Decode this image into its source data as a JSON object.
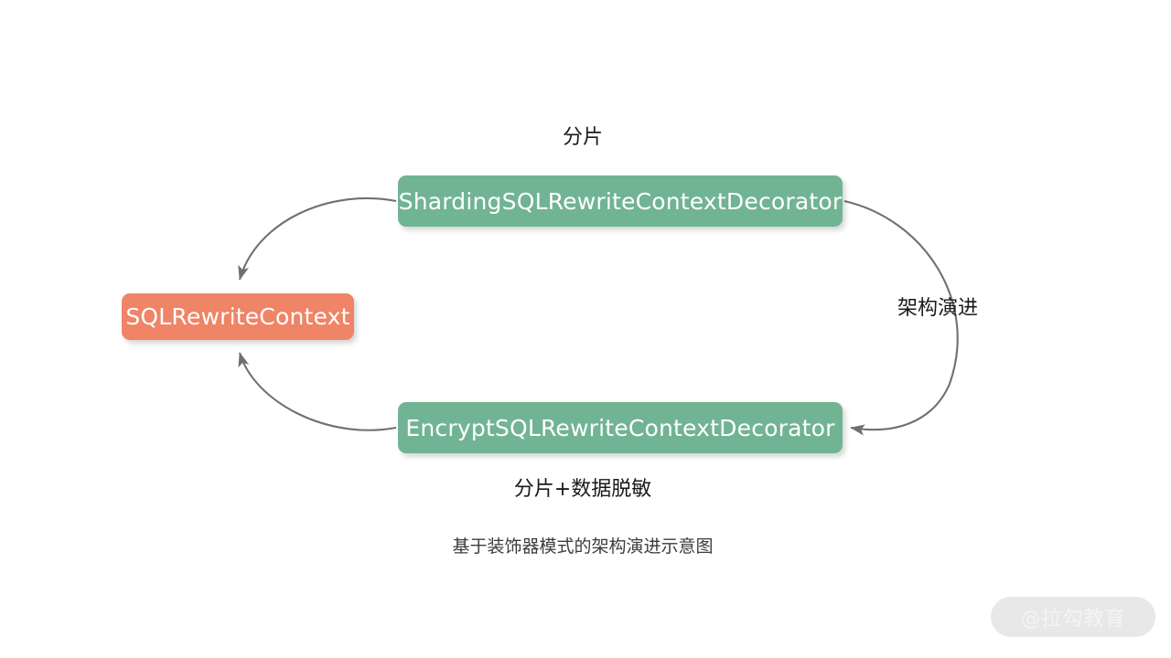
{
  "diagram": {
    "caption": "基于装饰器模式的架构演进示意图",
    "nodes": {
      "sharding_decorator": {
        "label": "ShardingSQLRewriteContextDecorator",
        "color": "#70b494",
        "text_color": "#ffffff"
      },
      "encrypt_decorator": {
        "label": "EncryptSQLRewriteContextDecorator",
        "color": "#70b494",
        "text_color": "#ffffff"
      },
      "sql_rewrite_context": {
        "label": "SQLRewriteContext",
        "color": "#ef8466",
        "text_color": "#ffffff"
      }
    },
    "edge_labels": {
      "top": "分片",
      "bottom": "分片+数据脱敏",
      "right": "架构演进"
    },
    "arrow_color": "#707070"
  },
  "watermark": {
    "text": "@拉勾教育",
    "background": "#e8e8e8",
    "text_color": "#f4f4f4"
  }
}
